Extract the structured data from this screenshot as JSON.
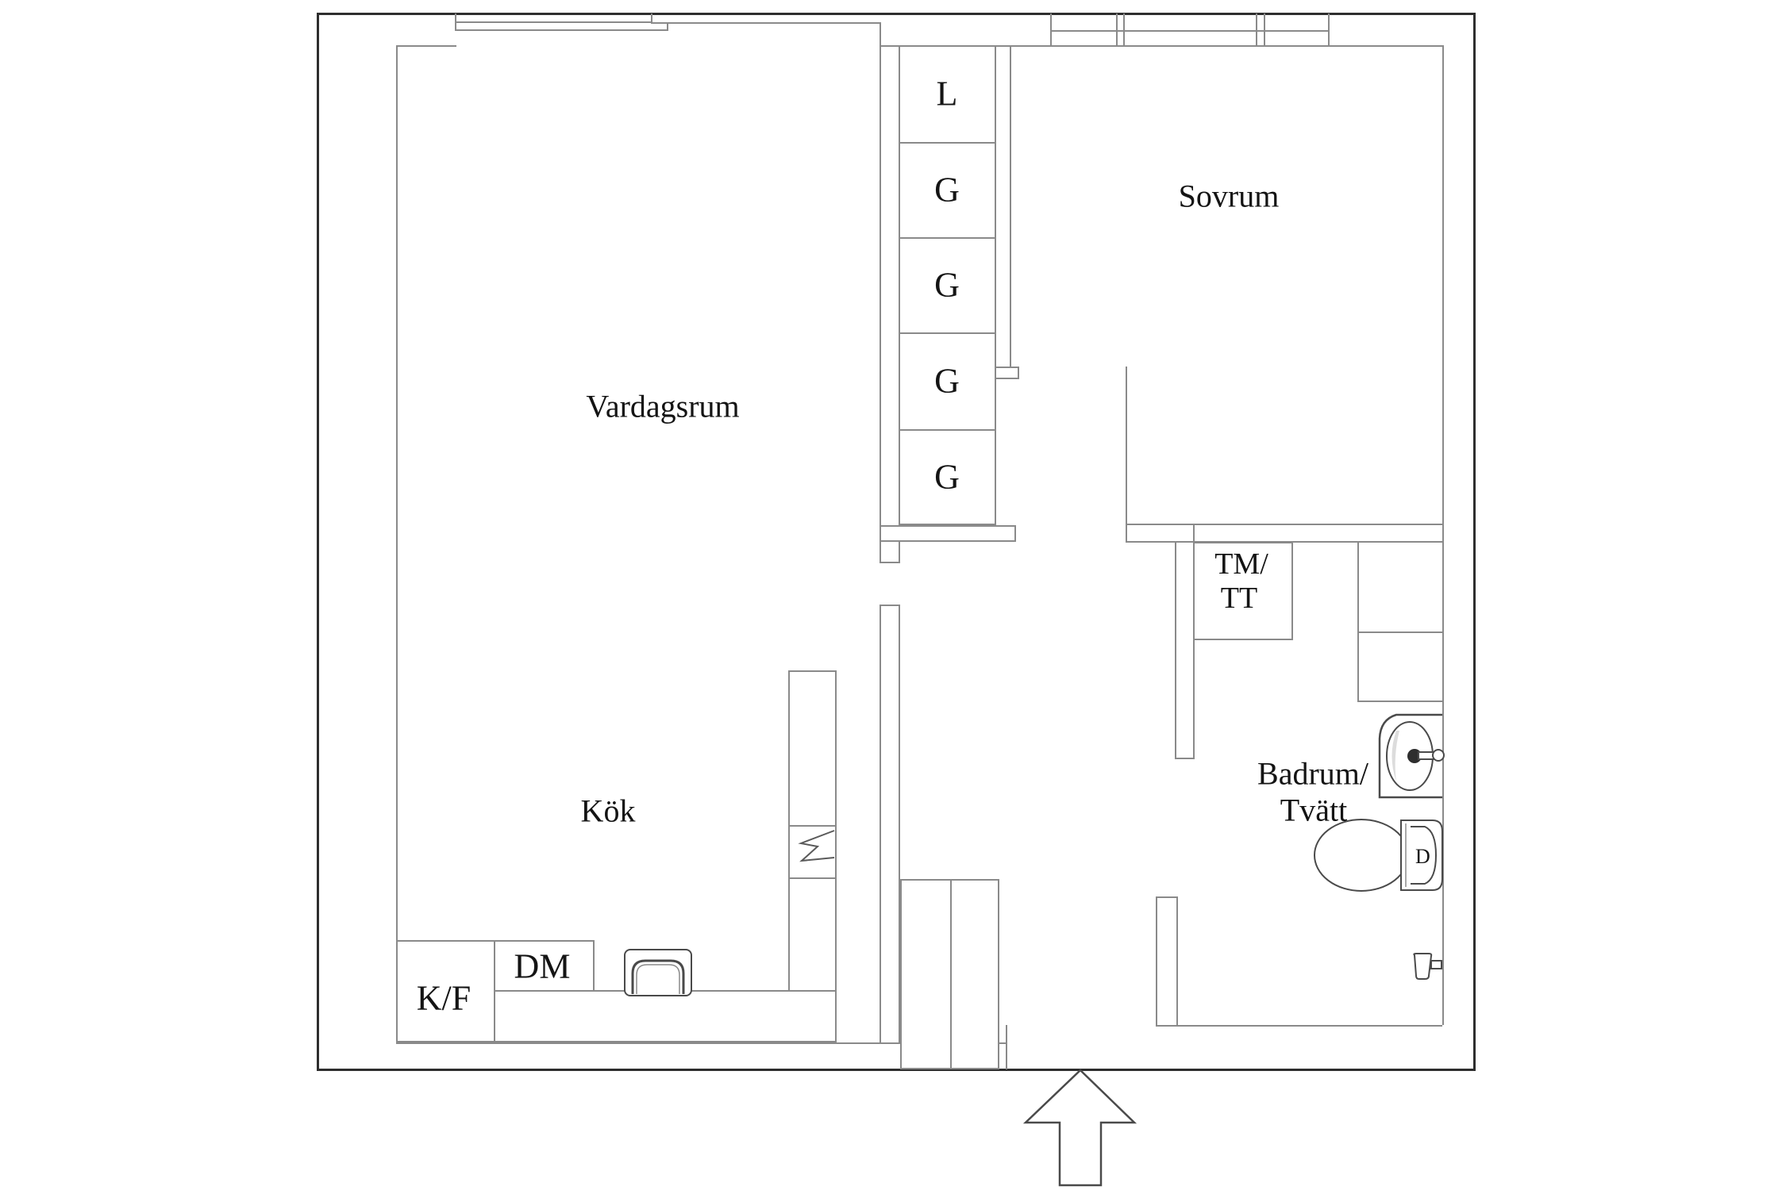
{
  "plan": {
    "type": "apartment-floor-plan",
    "language": "Swedish"
  },
  "colors": {
    "background": "#ffffff",
    "outer_wall": "#2e2e2e",
    "inner_wall_line": "#8a8a8a",
    "text": "#141414",
    "fixture_stroke": "#4a4a4a",
    "fixture_shade": "#e8e8e8"
  },
  "rooms": {
    "living_room": {
      "label": "Vardagsrum"
    },
    "bedroom": {
      "label": "Sovrum"
    },
    "kitchen": {
      "label": "Kök"
    },
    "bathroom": {
      "line1": "Badrum/",
      "line2": "Tvätt"
    },
    "laundry_unit": {
      "line1": "TM/",
      "line2": "TT"
    }
  },
  "closets": {
    "items": [
      {
        "label": "L"
      },
      {
        "label": "G"
      },
      {
        "label": "G"
      },
      {
        "label": "G"
      },
      {
        "label": "G"
      }
    ]
  },
  "appliances": {
    "fridge_freezer": {
      "label": "K/F"
    },
    "dishwasher": {
      "label": "DM"
    }
  },
  "toilet": {
    "button_label": "D"
  },
  "entrance": {
    "symbol": "up-arrow"
  }
}
